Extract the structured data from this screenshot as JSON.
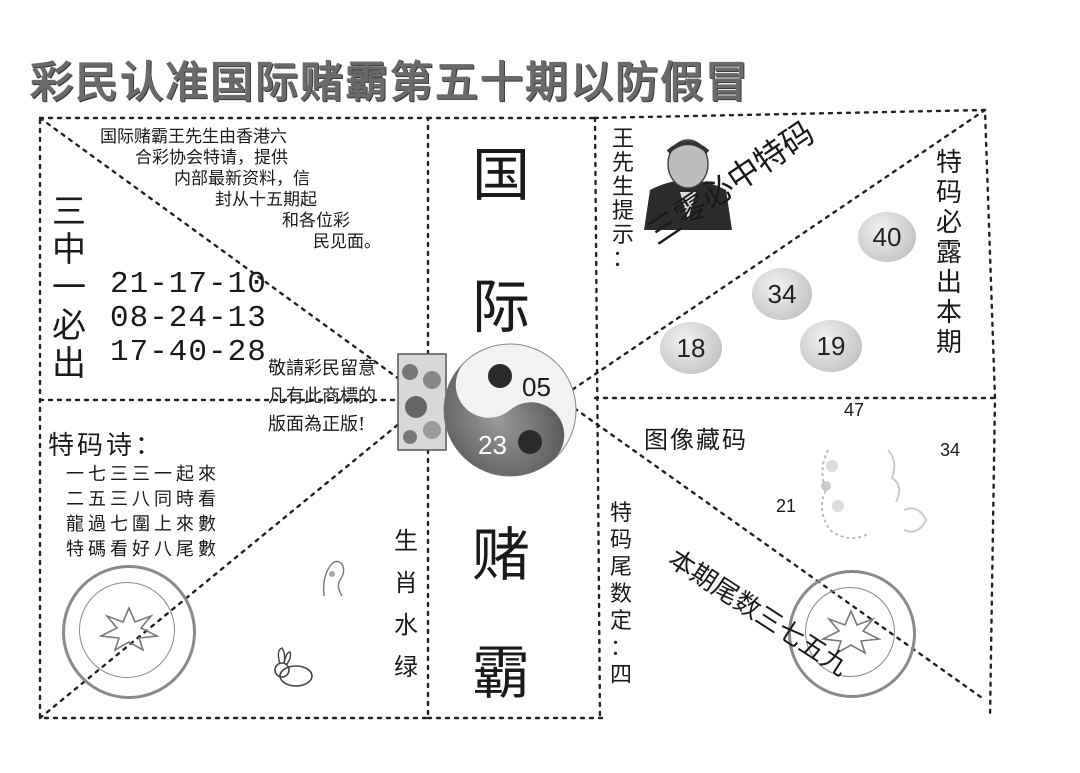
{
  "header": {
    "title": "彩民认准国际赌霸第五十期以防假冒"
  },
  "left_panel": {
    "intro_lines": [
      "国际赌霸王先生由香港六",
      "合彩协会特请，提供",
      "内部最新资料，信",
      "封从十五期起",
      "和各位彩",
      "民见面。"
    ],
    "vertical_label": [
      "三",
      "中",
      "一",
      "必",
      "出"
    ],
    "combos": [
      "21-17-10",
      "08-24-13",
      "17-40-28"
    ]
  },
  "notice": {
    "lines": [
      "敬請彩民留意",
      "凡有此商標的",
      "版面為正版!"
    ]
  },
  "center": {
    "big_chars": [
      "国",
      "际",
      "赌",
      "霸"
    ],
    "yinyang_top_number": "05",
    "yinyang_bottom_number": "23"
  },
  "right_top": {
    "hint_label": [
      "王",
      "先",
      "生",
      "提",
      "示",
      "："
    ],
    "diagonal_text": "三零必中特码",
    "vertical_text": [
      "特",
      "码",
      "必",
      "露",
      "出",
      "本",
      "期"
    ],
    "balls": [
      "40",
      "34",
      "18",
      "19"
    ]
  },
  "poem": {
    "title": "特码诗：",
    "lines": [
      "一七三三一起來",
      "二五三八同時看",
      "龍過七圍上來數",
      "特碼看好八尾數"
    ]
  },
  "zodiac": {
    "label": [
      "生",
      "肖",
      "水",
      "绿"
    ]
  },
  "right_bottom": {
    "image_code_label": "图像藏码",
    "hidden_numbers": [
      "47",
      "34",
      "21"
    ],
    "tail_label": [
      "特",
      "码",
      "尾",
      "数",
      "定",
      "：",
      "四"
    ],
    "diagonal_text": "本期尾数三七五九"
  },
  "colors": {
    "ink": "#1a1a1a",
    "gray": "#6a6a6a",
    "dot": "#2a2a2a"
  }
}
